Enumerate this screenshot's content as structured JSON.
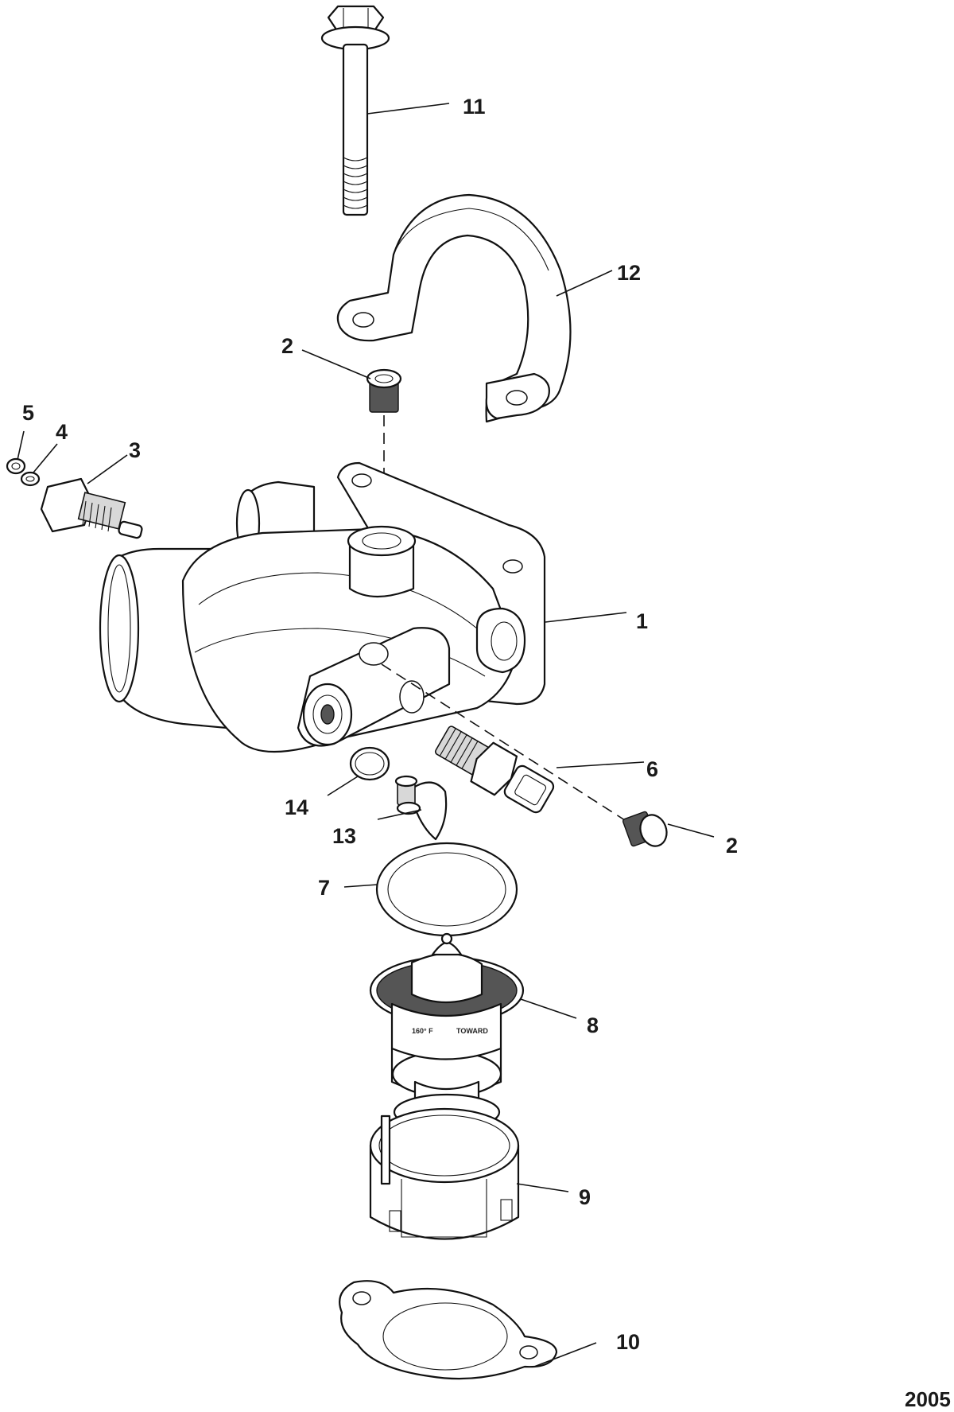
{
  "callouts": {
    "c1": "1",
    "c2a": "2",
    "c2b": "2",
    "c3": "3",
    "c4": "4",
    "c5": "5",
    "c6": "6",
    "c7": "7",
    "c8": "8",
    "c9": "9",
    "c10": "10",
    "c11": "11",
    "c12": "12",
    "c13": "13",
    "c14": "14"
  },
  "thermostat_stamp": {
    "temp": "160° F",
    "direction": "TOWARD"
  },
  "figure_number": "2005"
}
